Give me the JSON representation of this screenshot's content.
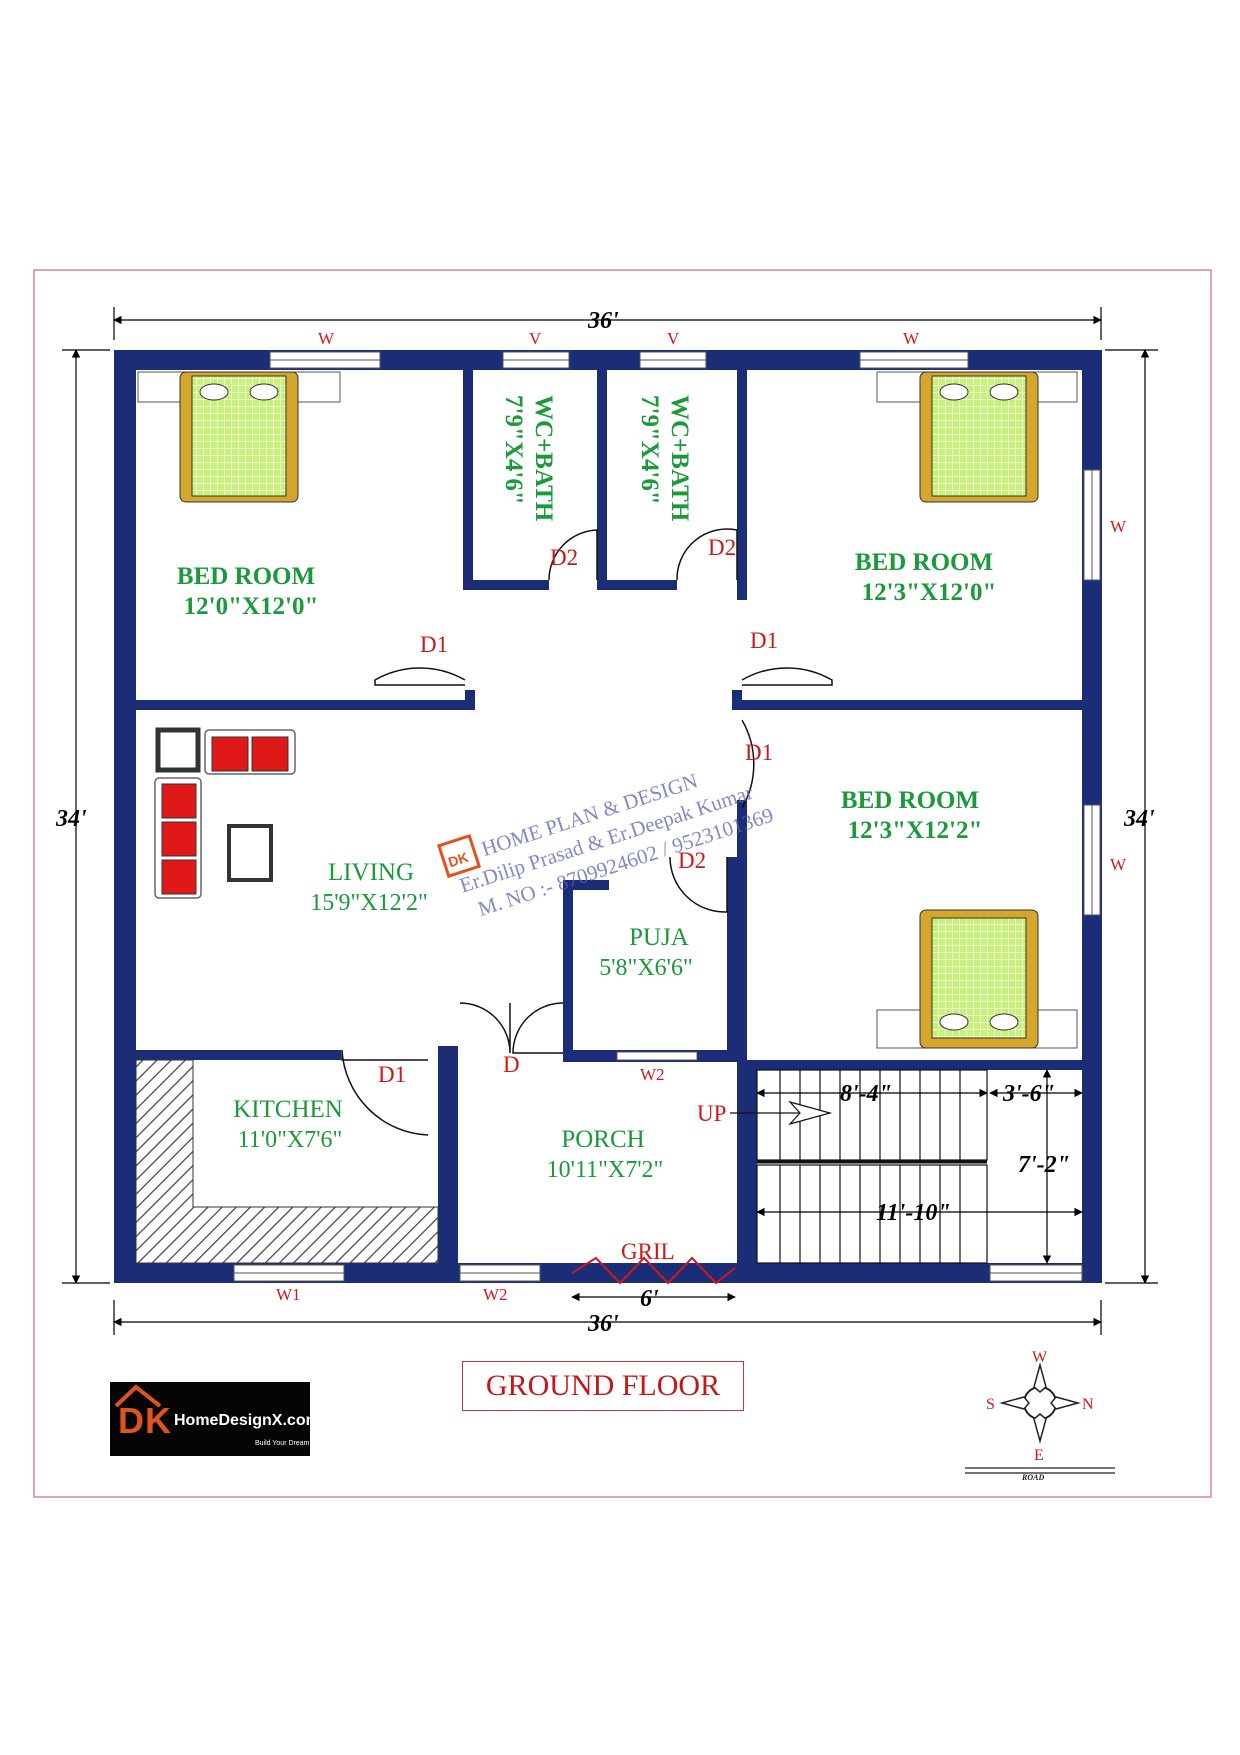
{
  "floor_title": "GROUND FLOOR",
  "rooms": {
    "bed1": {
      "name": "BED ROOM",
      "size": "12'0\"X12'0\""
    },
    "bed2": {
      "name": "BED ROOM",
      "size": "12'3\"X12'0\""
    },
    "bed3": {
      "name": "BED ROOM",
      "size": "12'3\"X12'2\""
    },
    "wc1": {
      "name": "WC+BATH",
      "size": "7'9\"X4'6\""
    },
    "wc2": {
      "name": "WC+BATH",
      "size": "7'9\"X4'6\""
    },
    "living": {
      "name": "LIVING",
      "size": "15'9\"X12'2\""
    },
    "puja": {
      "name": "PUJA",
      "size": "5'8\"X6'6\""
    },
    "kitchen": {
      "name": "KITCHEN",
      "size": "11'0\"X7'6\""
    },
    "porch": {
      "name": "PORCH",
      "size": "10'11\"X7'2\""
    }
  },
  "doors": {
    "d1": "D1",
    "d2": "D2",
    "d": "D"
  },
  "windows": {
    "w": "W",
    "v": "V",
    "w1": "W1",
    "w2": "W2"
  },
  "stairs": {
    "up": "UP",
    "gril": "GRIL"
  },
  "dimensions": {
    "top": "36'",
    "bottom": "36'",
    "left": "34'",
    "right": "34'",
    "stair_run": "8'-4\"",
    "landing": "3'-6\"",
    "stair_height": "7'-2\"",
    "stair_width": "11'-10\"",
    "gate": "6'"
  },
  "watermark": {
    "line1": "HOME PLAN & DESIGN",
    "line2": "Er.Dilip Prasad & Er.Deepak Kumar",
    "line3": "M. NO :- 8709924602 / 9523101369",
    "badge": "DK"
  },
  "compass": {
    "north": "N",
    "south": "S",
    "east": "E",
    "west": "W",
    "road": "ROAD"
  },
  "logo": {
    "mark": "DK",
    "site": "HomeDesignX.com",
    "tagline": "Build Your Dream"
  },
  "colors": {
    "wall": "#1c2d78",
    "label": "#1a9a3a",
    "annotation": "#d01818",
    "border": "#d9868e"
  }
}
